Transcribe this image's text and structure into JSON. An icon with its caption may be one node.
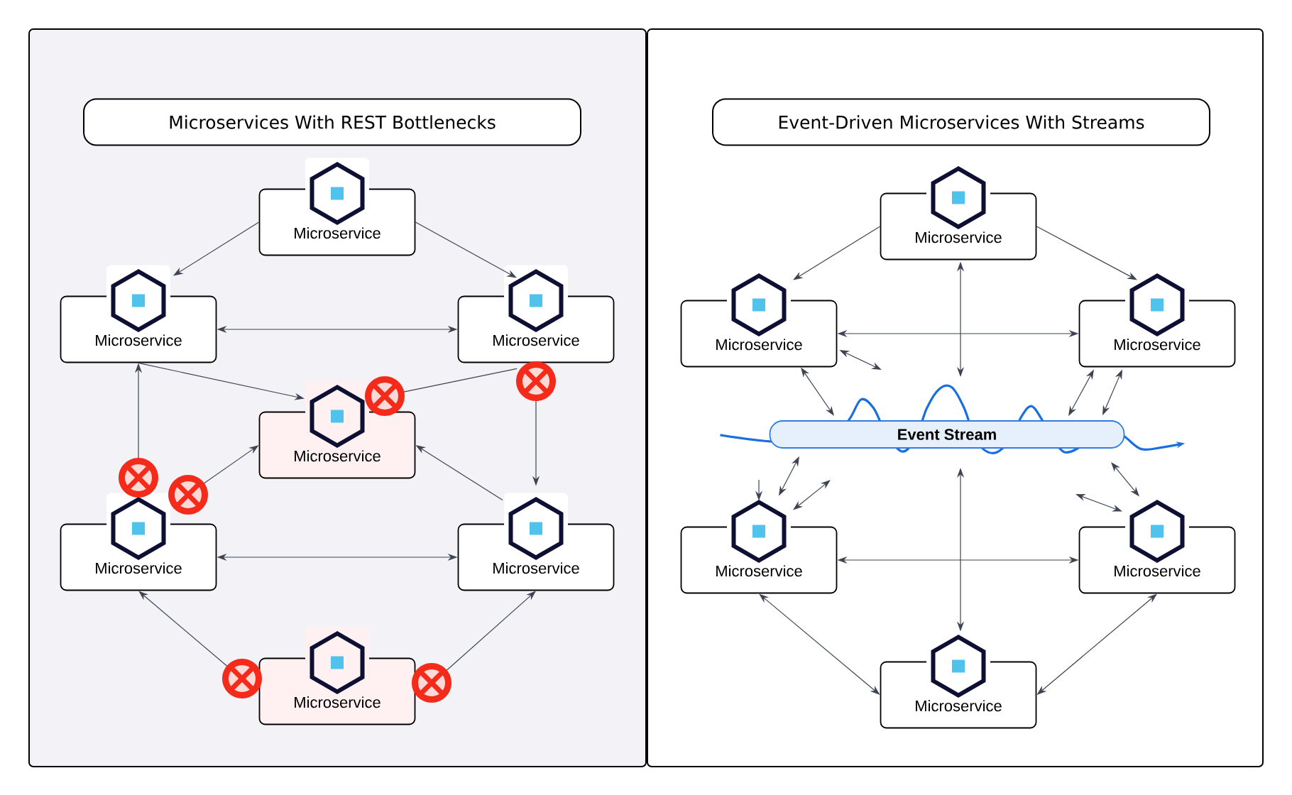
{
  "diagram": {
    "nodes": [
      {
        "text": [
          "Microservices With REST Bottlenecks"
        ]
      },
      {
        "text": [
          "Microservice"
        ]
      },
      {
        "text": [
          "Microservice"
        ]
      },
      {
        "text": [
          "Microservice"
        ]
      },
      {
        "text": [
          "Microservice"
        ]
      },
      {
        "text": [
          "Microservice"
        ]
      },
      {
        "text": [
          "Microservice"
        ]
      },
      {
        "text": [
          "Microservice"
        ]
      },
      {
        "text": [
          "Event-Driven Microservices With Streams"
        ]
      },
      {
        "text": [
          "Microservice"
        ]
      },
      {
        "text": [
          "Microservice"
        ]
      },
      {
        "text": [
          "Microservice"
        ]
      },
      {
        "text": [
          "Event Stream"
        ]
      },
      {
        "text": [
          "Microservice"
        ]
      },
      {
        "text": [
          "Microservice"
        ]
      },
      {
        "text": [
          "Microservice"
        ]
      }
    ],
    "edges": [
      {
        "from": 1,
        "to": 2,
        "arrow": "to"
      },
      {
        "from": 1,
        "to": 3,
        "arrow": "to"
      },
      {
        "from": 2,
        "to": 3,
        "arrow": "both"
      },
      {
        "from": 2,
        "to": 4,
        "arrow": "to"
      },
      {
        "from": 3,
        "to": 4,
        "arrow": "none"
      },
      {
        "from": 3,
        "to": 6,
        "arrow": "to"
      },
      {
        "from": 5,
        "to": 2,
        "arrow": "to"
      },
      {
        "from": 5,
        "to": 4,
        "arrow": "to"
      },
      {
        "from": 6,
        "to": 4,
        "arrow": "to"
      },
      {
        "from": 5,
        "to": 6,
        "arrow": "both"
      },
      {
        "from": 7,
        "to": 5,
        "arrow": "to"
      },
      {
        "from": 7,
        "to": 6,
        "arrow": "to"
      },
      {
        "from": 9,
        "to": 10,
        "arrow": "to"
      },
      {
        "from": 9,
        "to": 11,
        "arrow": "to"
      },
      {
        "from": 10,
        "to": 11,
        "arrow": "both"
      },
      {
        "from": 9,
        "to": 12,
        "arrow": "both"
      },
      {
        "from": 12,
        "to": 15,
        "arrow": "both"
      },
      {
        "from": 10,
        "to": 12,
        "arrow": "both"
      },
      {
        "from": 10,
        "to": 12,
        "arrow": "both"
      },
      {
        "from": 11,
        "to": 12,
        "arrow": "both"
      },
      {
        "from": 11,
        "to": 12,
        "arrow": "both"
      },
      {
        "from": 12,
        "to": 13,
        "arrow": "both"
      },
      {
        "from": null,
        "to": 13,
        "arrow": "both"
      },
      {
        "from": 12,
        "to": 14,
        "arrow": "both"
      },
      {
        "from": null,
        "to": 14,
        "arrow": "both"
      },
      {
        "from": 13,
        "to": 14,
        "arrow": "both"
      },
      {
        "from": 13,
        "to": 15,
        "arrow": "both"
      },
      {
        "from": 14,
        "to": 15,
        "arrow": "both"
      },
      {
        "from": null,
        "to": 13,
        "arrow": "to"
      }
    ]
  }
}
